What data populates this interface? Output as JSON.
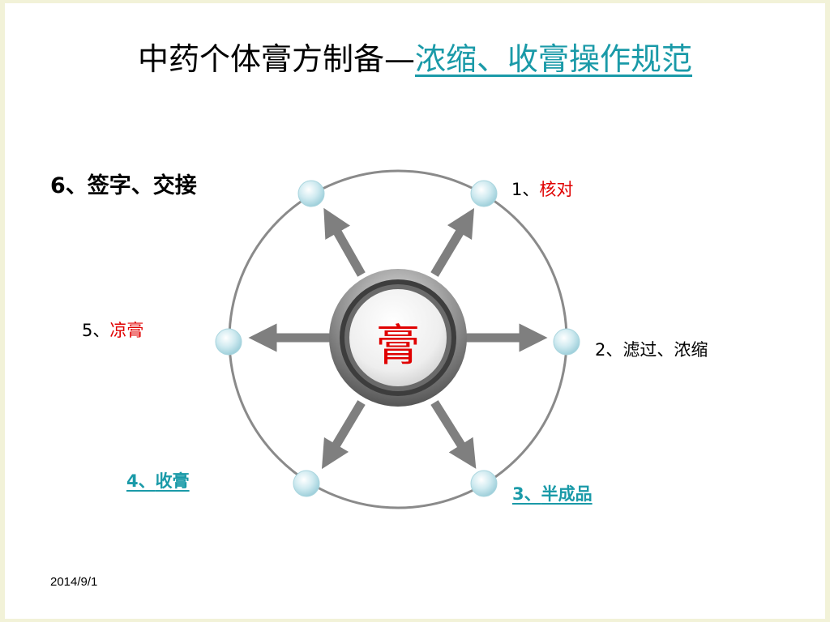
{
  "title": {
    "prefix": "中药个体膏方制备—",
    "link": "浓缩、收膏操作规范"
  },
  "center": {
    "label": "膏"
  },
  "steps": [
    {
      "number": "1、",
      "text": "核对"
    },
    {
      "number": "2、",
      "text": "滤过、浓缩"
    },
    {
      "number": "3、",
      "text": "半成品"
    },
    {
      "number": "4、",
      "text": "收膏"
    },
    {
      "number": "5、",
      "text": "凉膏"
    },
    {
      "number": "6、",
      "text": "签字、交接"
    }
  ],
  "footer": {
    "date": "2014/9/1"
  },
  "colors": {
    "accent_red": "#e00000",
    "accent_teal": "#1a9aa8",
    "ring": "#8a8a8a",
    "node": "#bfe3ea"
  }
}
